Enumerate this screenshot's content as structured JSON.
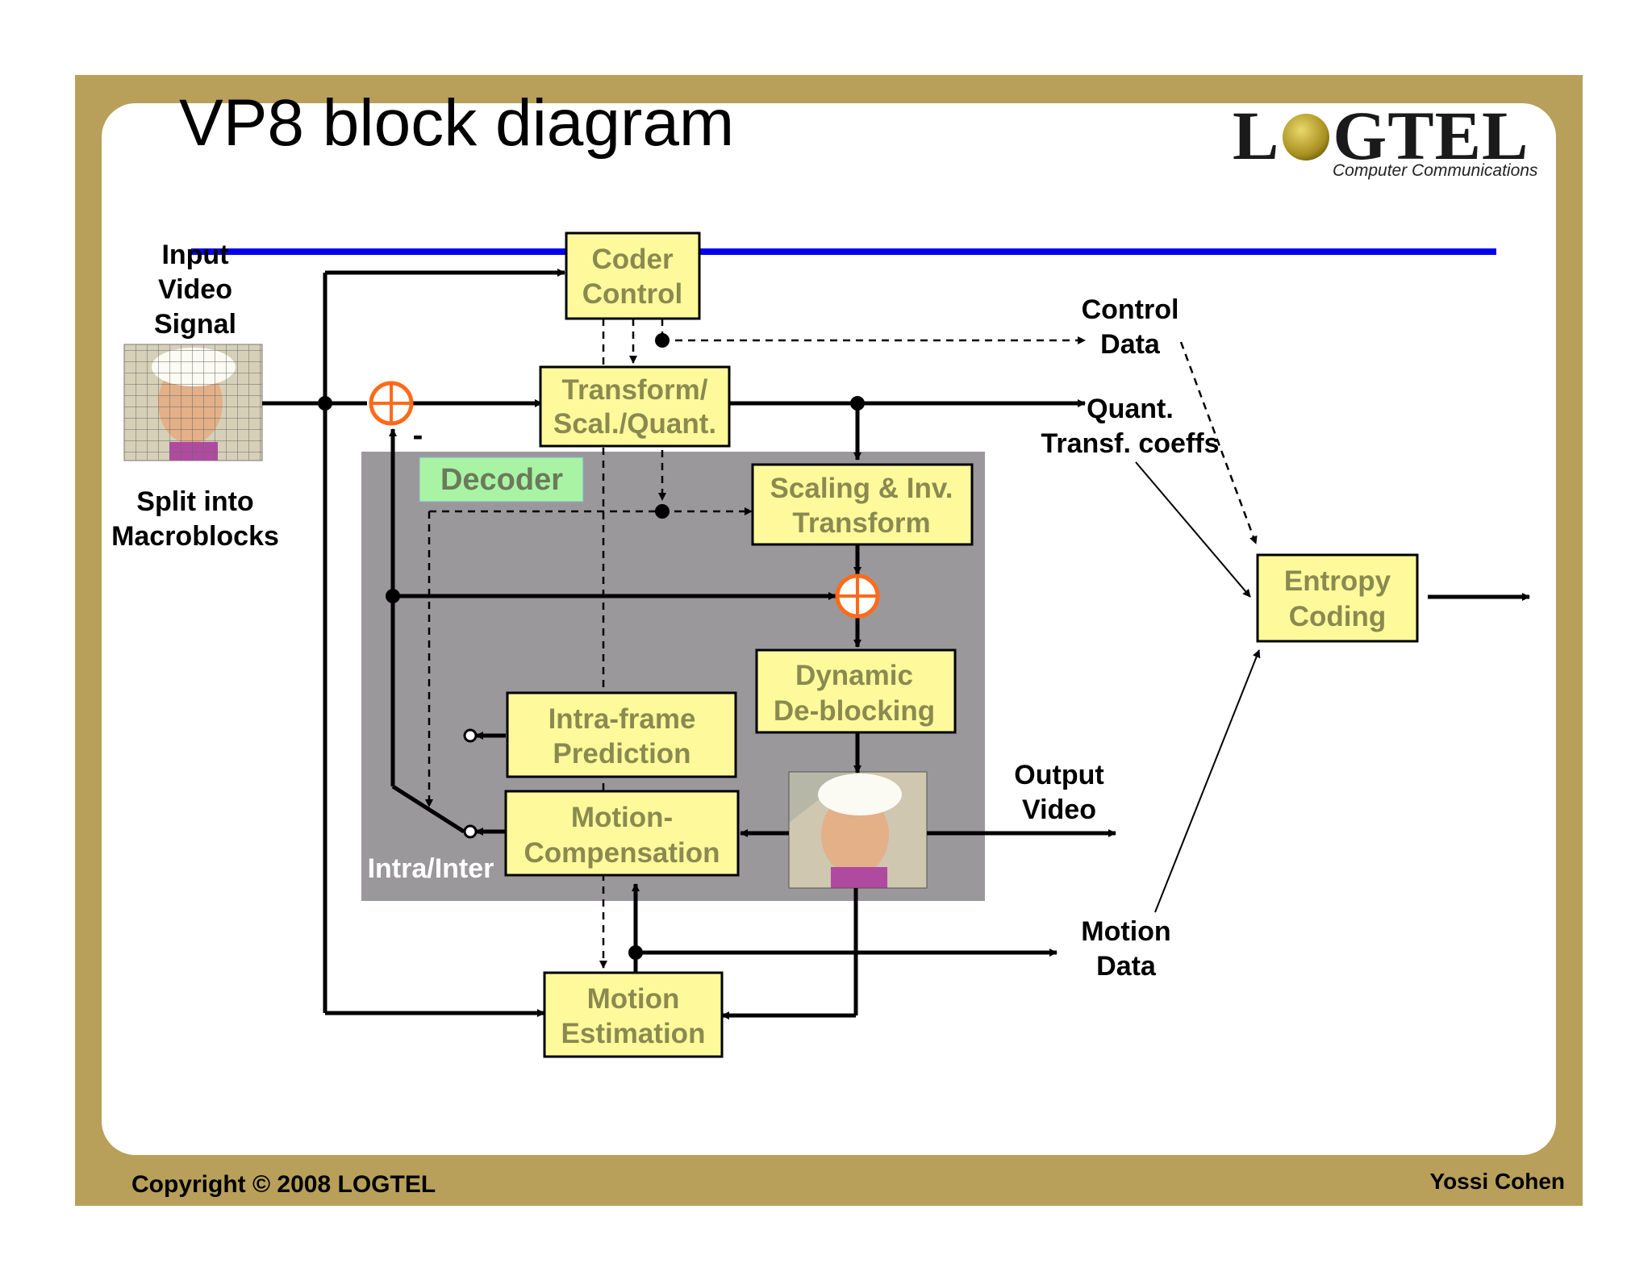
{
  "slide": {
    "title": "VP8 block diagram",
    "copyright": "Copyright © 2008 LOGTEL",
    "author": "Yossi Cohen"
  },
  "logo": {
    "part1": "L",
    "part2": "GTEL",
    "tagline": "Computer Communications"
  },
  "colors": {
    "frame": "#b8a05a",
    "box_fill": "#fefa9c",
    "box_text": "#8a8a50",
    "decoder_bg": "#9a989b",
    "decoder_label_bg": "#a9f3a5",
    "accent_line": "#0000ee",
    "summer": "#ff6a1a"
  },
  "blocks": {
    "coder_control": [
      "Coder",
      "Control"
    ],
    "transform": [
      "Transform/",
      "Scal./Quant."
    ],
    "scaling_inv": [
      "Scaling & Inv.",
      "Transform"
    ],
    "dynamic_deblocking": [
      "Dynamic",
      "De-blocking"
    ],
    "intra_frame": [
      "Intra-frame",
      "Prediction"
    ],
    "motion_compensation": [
      "Motion-",
      "Compensation"
    ],
    "motion_estimation": [
      "Motion",
      "Estimation"
    ],
    "entropy_coding": [
      "Entropy",
      "Coding"
    ]
  },
  "labels": {
    "decoder": "Decoder",
    "input_video": [
      "Input",
      "Video",
      "Signal"
    ],
    "split": [
      "Split into",
      "Macroblocks"
    ],
    "control_data": [
      "Control",
      "Data"
    ],
    "quant_coeffs": [
      "Quant.",
      "Transf. coeffs"
    ],
    "output_video": [
      "Output",
      "Video"
    ],
    "motion_data": [
      "Motion",
      "Data"
    ],
    "intra_inter": "Intra/Inter",
    "minus": "-"
  }
}
